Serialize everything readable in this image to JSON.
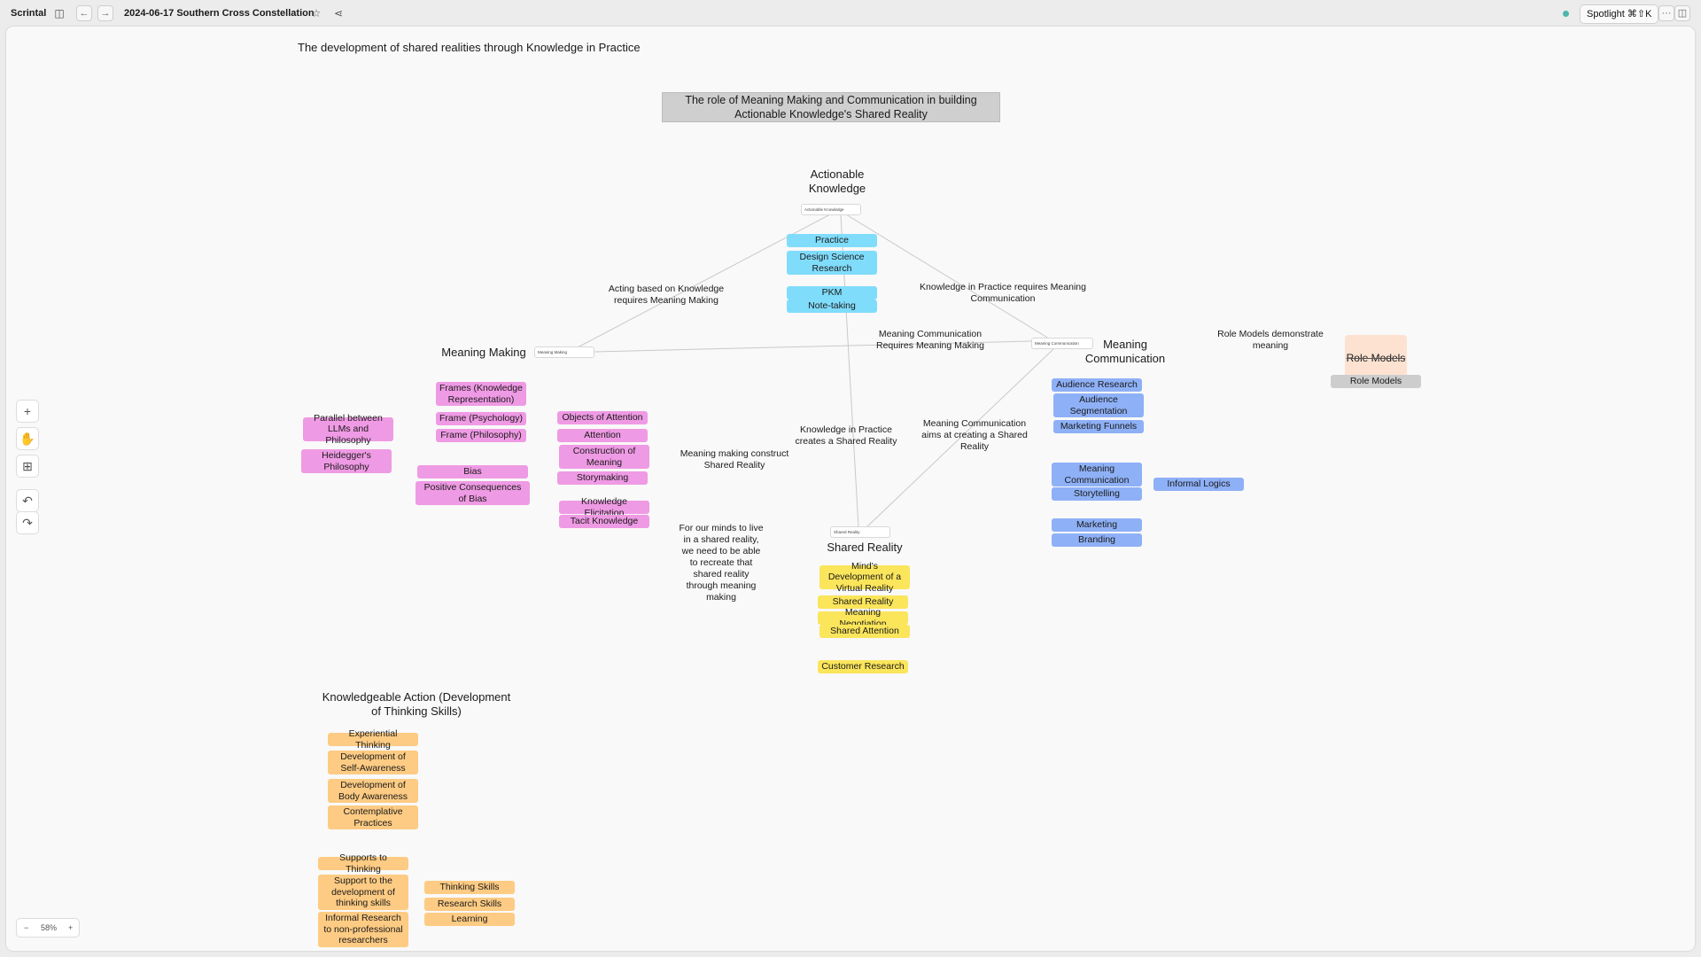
{
  "app": {
    "name": "Scrintal",
    "board_title": "2024-06-17 Southern Cross Constellation",
    "spotlight_label": "Spotlight ⌘⇧K",
    "status_color": "#4db6ac"
  },
  "icons": {
    "sidebar_toggle": "sidebar-toggle-icon",
    "back": "arrow-left-icon",
    "forward": "arrow-right-icon",
    "star": "star-icon",
    "share": "share-icon",
    "more": "more-icon",
    "panel": "panel-icon",
    "add": "plus-icon",
    "hand": "hand-icon",
    "grid": "grid-icon",
    "undo": "undo-icon",
    "redo": "redo-icon"
  },
  "icon_glyphs": {
    "sidebar": "◫",
    "back": "←",
    "forward": "→",
    "star": "☆",
    "share": "⋖",
    "more": "···",
    "panel": "◫",
    "plus": "+",
    "hand": "✋",
    "grid": "⊞",
    "undo": "↶",
    "redo": "↷"
  },
  "zoom": {
    "minus": "−",
    "value": "58%",
    "plus": "+"
  },
  "board": {
    "subtitle": "The development of shared realities through Knowledge in Practice",
    "main_title": "The role of Meaning Making and Communication in building Actionable Knowledge's Shared Reality",
    "headings": {
      "actionable_knowledge": "Actionable Knowledge",
      "meaning_making": "Meaning Making",
      "meaning_communication": "Meaning Communication",
      "shared_reality": "Shared Reality",
      "role_models": "Role Models",
      "knowledgeable_action": "Knowledgeable Action (Development of Thinking Skills)"
    },
    "pills": {
      "actionable_knowledge": "Actionable Knowledge",
      "meaning_making": "Meaning Making",
      "meaning_communication": "Meaning Communication",
      "shared_reality": "Shared Reality"
    },
    "edge_labels": {
      "acting_requires_mm": "Acting based on Knowledge requires Meaning Making",
      "kip_requires_mc": "Knowledge in Practice requires Meaning Communication",
      "mc_requires_mm": "Meaning Communication Requires Meaning Making",
      "kip_creates_sr": "Knowledge in Practice creates a Shared Reality",
      "mc_aims_sr": "Meaning Communication aims at creating a Shared Reality",
      "mm_constructs_sr": "Meaning making construct Shared Reality",
      "minds_live": "For our minds to live in a shared reality, we need to be able to recreate that shared reality through meaning making",
      "role_models_demonstrate": "Role Models demonstrate meaning"
    },
    "tags": {
      "cyan": [
        "Practice",
        "Design Science Research",
        "PKM",
        "Note-taking"
      ],
      "pink": [
        "Frames (Knowledge Representation)",
        "Frame (Psychology)",
        "Frame (Philosophy)",
        "Parallel between LLMs and Philosophy",
        "Heidegger's Philosophy",
        "Bias",
        "Positive Consequences of Bias",
        "Objects of Attention",
        "Attention",
        "Construction of Meaning",
        "Storymaking",
        "Knowledge Elicitation",
        "Tacit Knowledge"
      ],
      "blue": [
        "Audience Research",
        "Audience Segmentation",
        "Marketing Funnels",
        "Meaning Communication",
        "Storytelling",
        "Informal Logics",
        "Marketing",
        "Branding"
      ],
      "yellow": [
        "Mind's Development of a Virtual Reality",
        "Shared Reality",
        "Meaning Negotiation",
        "Shared Attention",
        "Customer Research"
      ],
      "orange": [
        "Experiential Thinking",
        "Development of Self-Awareness",
        "Development of Body Awareness",
        "Contemplative Practices",
        "Supports to Thinking",
        "Support to the development of thinking skills",
        "Informal Research to non-professional researchers",
        "Thinking Skills",
        "Research Skills",
        "Learning"
      ],
      "grey": [
        "Role Models"
      ]
    },
    "colors": {
      "cyan": "#80dcfb",
      "pink": "#ef9ae4",
      "blue": "#8eb0f6",
      "yellow": "#fbe55b",
      "orange": "#fdcb83",
      "grey": "#cdcdcd",
      "role_models_card": "#fde2d2"
    }
  }
}
